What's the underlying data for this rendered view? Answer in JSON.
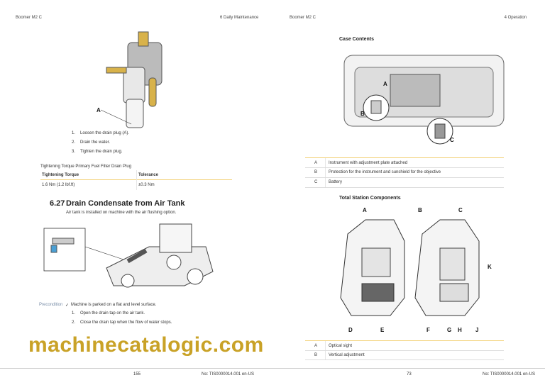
{
  "left_page": {
    "header_left": "Boomer M2 C",
    "header_right": "6 Daily Maintenance",
    "figure_callout": "A",
    "steps": [
      {
        "num": "1.",
        "text": "Loosen the drain plug (A)."
      },
      {
        "num": "2.",
        "text": "Drain the water."
      },
      {
        "num": "3.",
        "text": "Tighten the drain plug."
      }
    ],
    "table_caption": "Tightening Torque Primary Fuel Filter Drain Plug",
    "table_headers": [
      "Tightening Torque",
      "Tolerance"
    ],
    "table_rows": [
      [
        "1.6 Nm (1.2 lbf.ft)",
        "±0.3 Nm"
      ]
    ],
    "section_number": "6.27",
    "section_title": "Drain Condensate from Air Tank",
    "section_intro": "Air tank is installed on machine with the air flushing option.",
    "precondition_label": "Precondition",
    "precondition_check": "✓",
    "precondition_text": "Machine is parked on a flat and level surface.",
    "steps2": [
      {
        "num": "1.",
        "text": "Open the drain tap on the air tank."
      },
      {
        "num": "2.",
        "text": "Close the drain tap when the flow of water stops."
      }
    ],
    "footer_page": "155",
    "footer_doc": "No: TIS0000014.001 en-US"
  },
  "right_page": {
    "header_left": "Boomer M2 C",
    "header_right": "4 Operation",
    "case_title": "Case Contents",
    "case_callouts": [
      "A",
      "B",
      "C"
    ],
    "case_table": [
      {
        "key": "A",
        "value": "Instrument with adjustment plate attached"
      },
      {
        "key": "B",
        "value": "Protection for the instrument and sunshield for the objective"
      },
      {
        "key": "C",
        "value": "Battery"
      }
    ],
    "components_title": "Total Station Components",
    "component_callouts": {
      "A": "A",
      "B": "B",
      "C": "C",
      "K": "K",
      "D": "D",
      "E": "E",
      "F": "F",
      "G": "G",
      "H": "H",
      "J": "J"
    },
    "components_table": [
      {
        "key": "A",
        "value": "Optical sight"
      },
      {
        "key": "B",
        "value": "Vertical adjustment"
      }
    ],
    "footer_page": "73",
    "footer_doc": "No: TIS0000014.001 en-US"
  },
  "watermark": "machinecatalogic.com"
}
